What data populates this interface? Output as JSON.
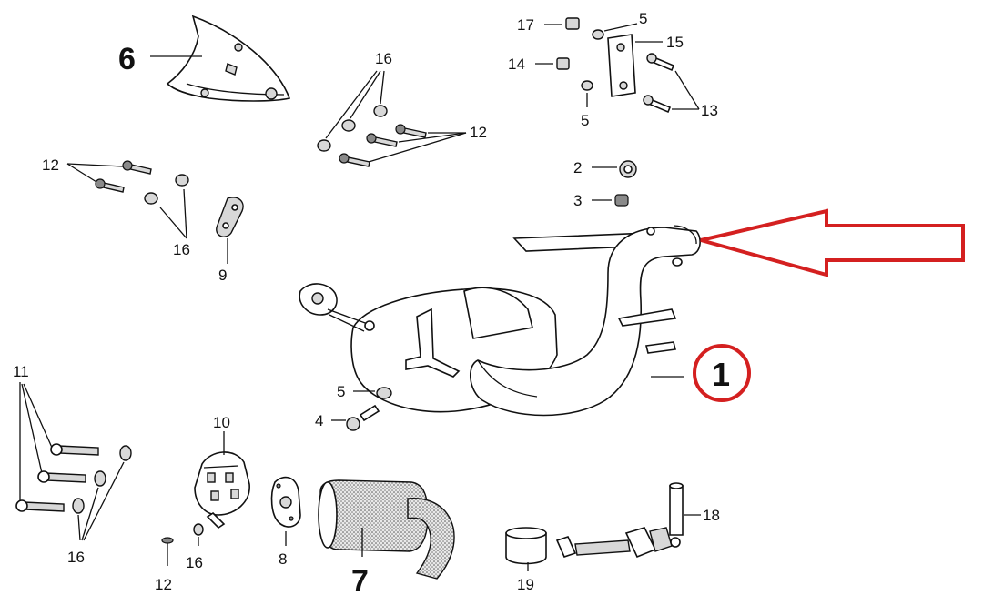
{
  "diagram": {
    "labels": {
      "p1": "1",
      "p2": "2",
      "p3": "3",
      "p4": "4",
      "p5a": "5",
      "p5b": "5",
      "p5c": "5",
      "p6": "6",
      "p7": "7",
      "p8": "8",
      "p9": "9",
      "p10": "10",
      "p11": "11",
      "p12a": "12",
      "p12b": "12",
      "p12c": "12",
      "p13": "13",
      "p14": "14",
      "p15": "15",
      "p16a": "16",
      "p16b": "16",
      "p16c": "16",
      "p16d": "16",
      "p17": "17",
      "p18": "18",
      "p19": "19"
    },
    "highlight_color": "#d42020"
  }
}
